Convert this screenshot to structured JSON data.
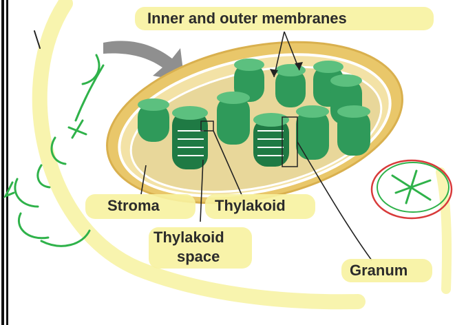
{
  "diagram": {
    "labels": {
      "membranes": "Inner and outer membranes",
      "stroma": "Stroma",
      "thylakoid": "Thylakoid",
      "thylakoid_space_line1": "Thylakoid",
      "thylakoid_space_line2": "space",
      "granum": "Granum"
    },
    "colors": {
      "highlighter": "#f7f2a0",
      "chloroplast_outer": "#e9c76a",
      "stroma_fill": "#f3e2a6",
      "grana_green": "#2f9a5a",
      "arrow_gray": "#8f8f8f",
      "annotation_green": "#2fb24a",
      "annotation_red": "#d83a3a"
    }
  }
}
